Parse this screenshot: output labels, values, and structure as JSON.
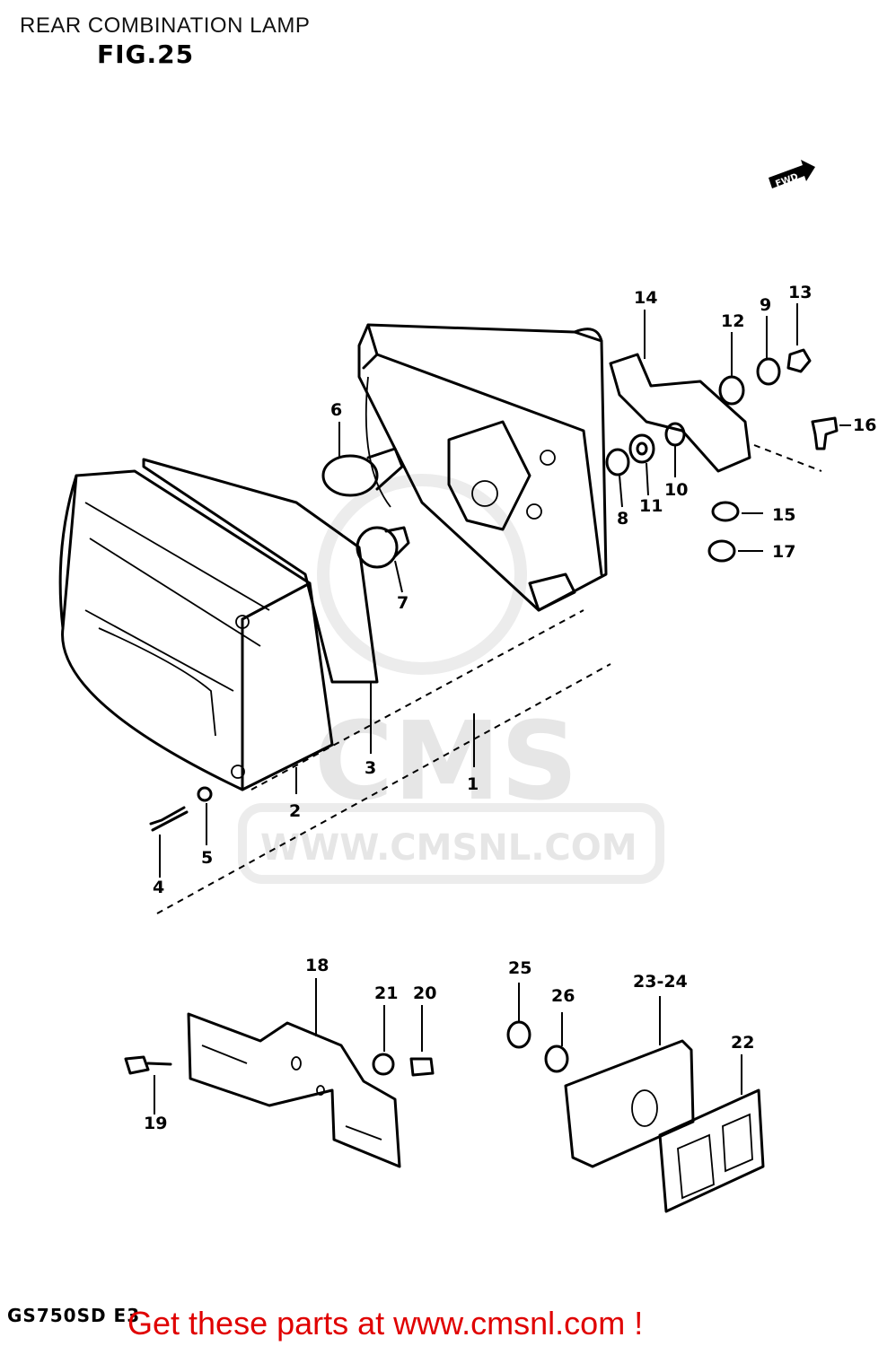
{
  "title": "REAR COMBINATION LAMP",
  "figure": "FIG.25",
  "direction_marker": "FWD",
  "watermark": {
    "logo": "CMS",
    "url": "WWW.CMSNL.COM"
  },
  "callouts": [
    "1",
    "2",
    "3",
    "4",
    "5",
    "6",
    "7",
    "8",
    "9",
    "10",
    "11",
    "12",
    "13",
    "14",
    "15",
    "16",
    "17",
    "18",
    "19",
    "20",
    "21",
    "22",
    "23-24",
    "25",
    "26"
  ],
  "model_code": "GS750SD E3",
  "footer": "Get these parts at www.cmsnl.com !",
  "colors": {
    "footer": "#e00000",
    "watermark": "#e6e6e6",
    "lines": "#000000"
  }
}
